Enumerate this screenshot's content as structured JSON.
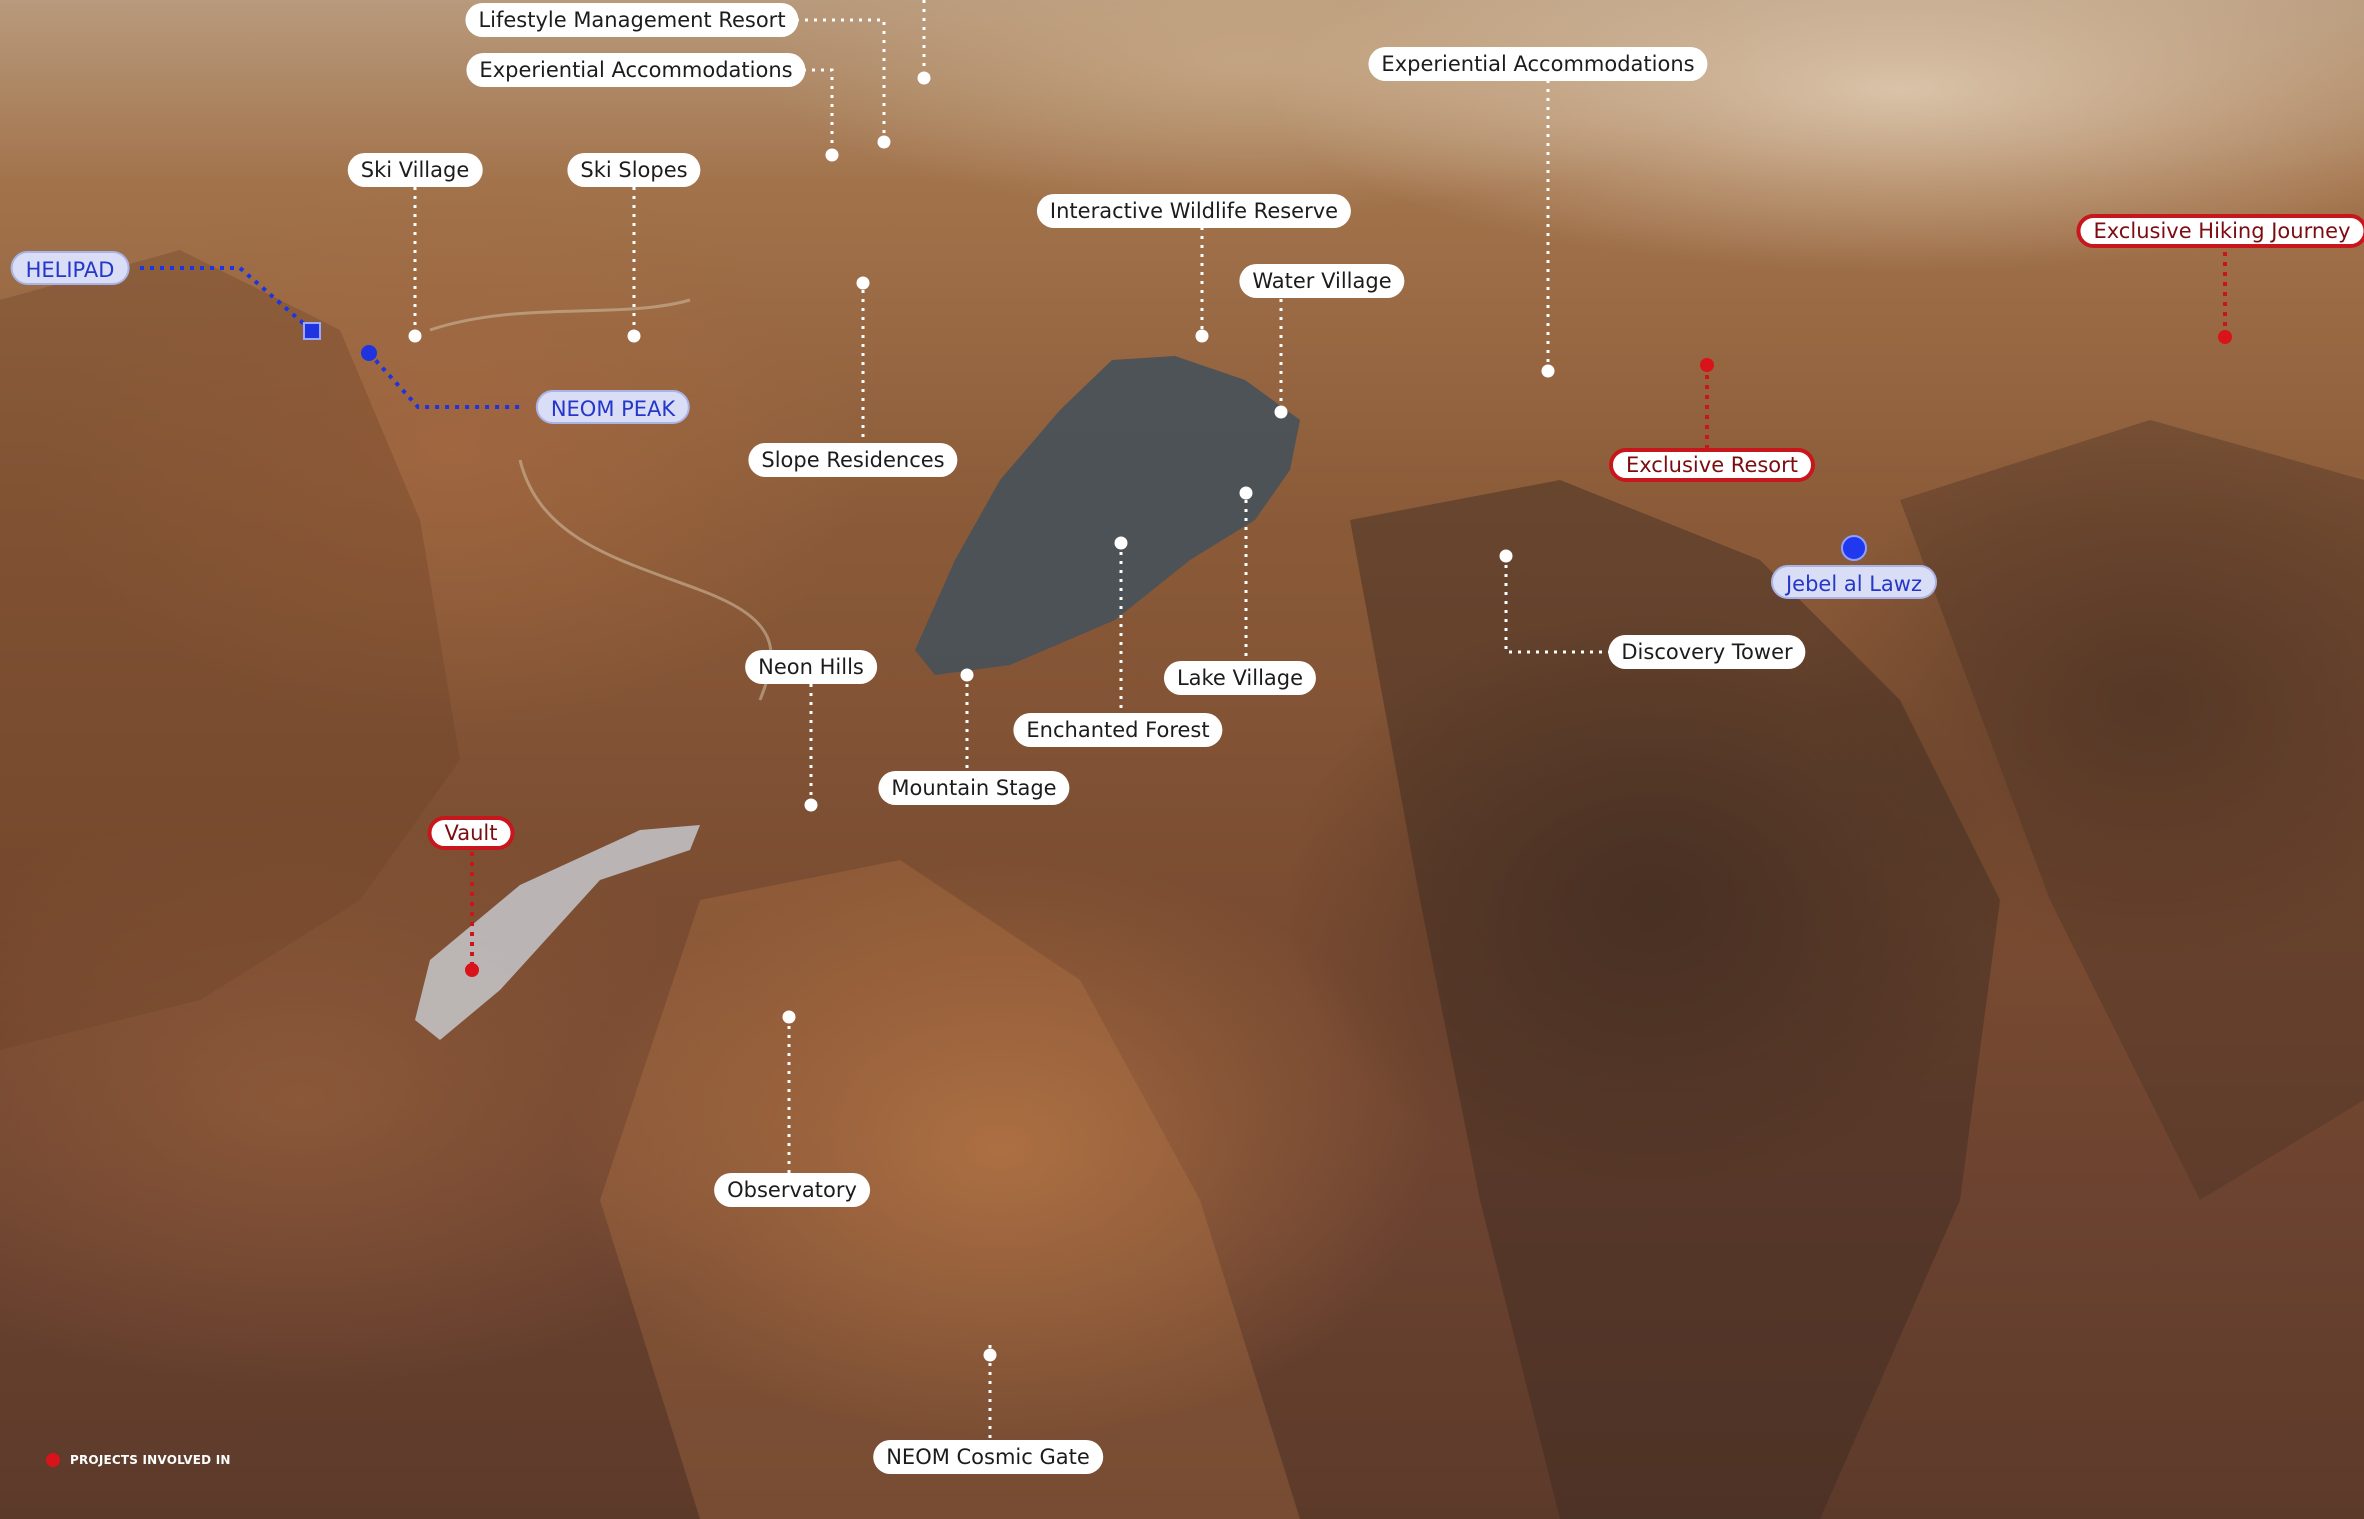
{
  "map": {
    "white_labels": {
      "lifestyle_management_resort": "Lifestyle Management Resort",
      "experiential_accommodations_left": "Experiential Accommodations",
      "ski_village": "Ski Village",
      "ski_slopes": "Ski Slopes",
      "interactive_wildlife_reserve": "Interactive Wildlife Reserve",
      "experiential_accommodations_right": "Experiential Accommodations",
      "water_village": "Water Village",
      "slope_residences": "Slope Residences",
      "neon_hills": "Neon Hills",
      "lake_village": "Lake Village",
      "enchanted_forest": "Enchanted Forest",
      "mountain_stage": "Mountain Stage",
      "discovery_tower": "Discovery Tower",
      "observatory": "Observatory",
      "neom_cosmic_gate": "NEOM Cosmic Gate"
    },
    "blue_labels": {
      "helipad": "HELIPAD",
      "neom_peak": "NEOM PEAK",
      "jebel_al_lawz": "Jebel al Lawz"
    },
    "red_labels": {
      "exclusive_hiking_journey": "Exclusive Hiking Journey",
      "exclusive_resort": "Exclusive Resort",
      "vault": "Vault"
    },
    "legend": {
      "text": "PROJECTS INVOLVED IN",
      "color": "#d8141a"
    },
    "colors": {
      "project_red": "#c8161d",
      "location_blue": "#1f33e0",
      "label_white": "#ffffff"
    }
  }
}
